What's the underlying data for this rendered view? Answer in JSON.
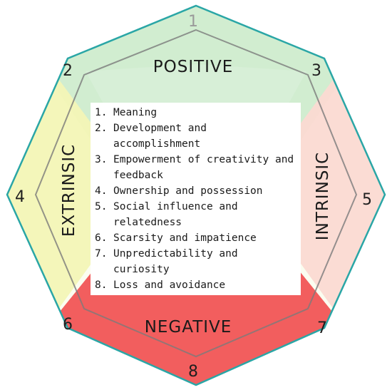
{
  "vertices": [
    "1",
    "2",
    "3",
    "4",
    "5",
    "6",
    "7",
    "8"
  ],
  "regions": {
    "top": "POSITIVE",
    "bottom": "NEGATIVE",
    "left": "EXTRINSIC",
    "right": "INTRINSIC"
  },
  "colors": {
    "outline": "#2aa6a6",
    "positive": "#cdeccd",
    "negative": "#f05a5a",
    "extrinsic": "#f2f5b4",
    "intrinsic": "#fbdcd4",
    "inner_outline": "#777777"
  },
  "list": [
    {
      "num": "1.",
      "text": "Meaning"
    },
    {
      "num": "2.",
      "text": "Development and accomplishment"
    },
    {
      "num": "3.",
      "text": "Empowerment of creativity and feedback"
    },
    {
      "num": "4.",
      "text": "Ownership and possession"
    },
    {
      "num": "5.",
      "text": "Social influence and relatedness"
    },
    {
      "num": "6.",
      "text": "Scarsity and impatience"
    },
    {
      "num": "7.",
      "text": "Unpredictability and curiosity"
    },
    {
      "num": "8.",
      "text": "Loss and avoidance"
    }
  ]
}
